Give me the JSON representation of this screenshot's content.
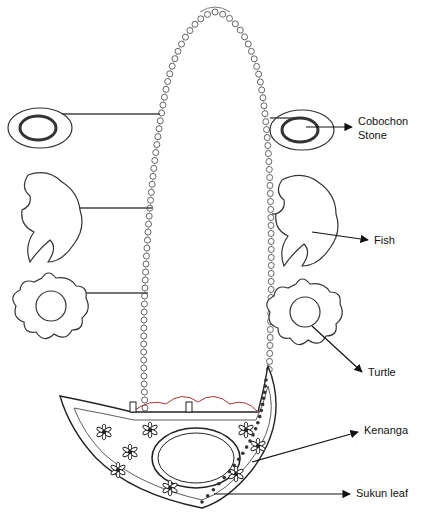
{
  "diagram": {
    "labels": [
      "Cobochon Stone",
      "Fish",
      "Turtle",
      "Kenanga",
      "Sukun leaf"
    ]
  }
}
